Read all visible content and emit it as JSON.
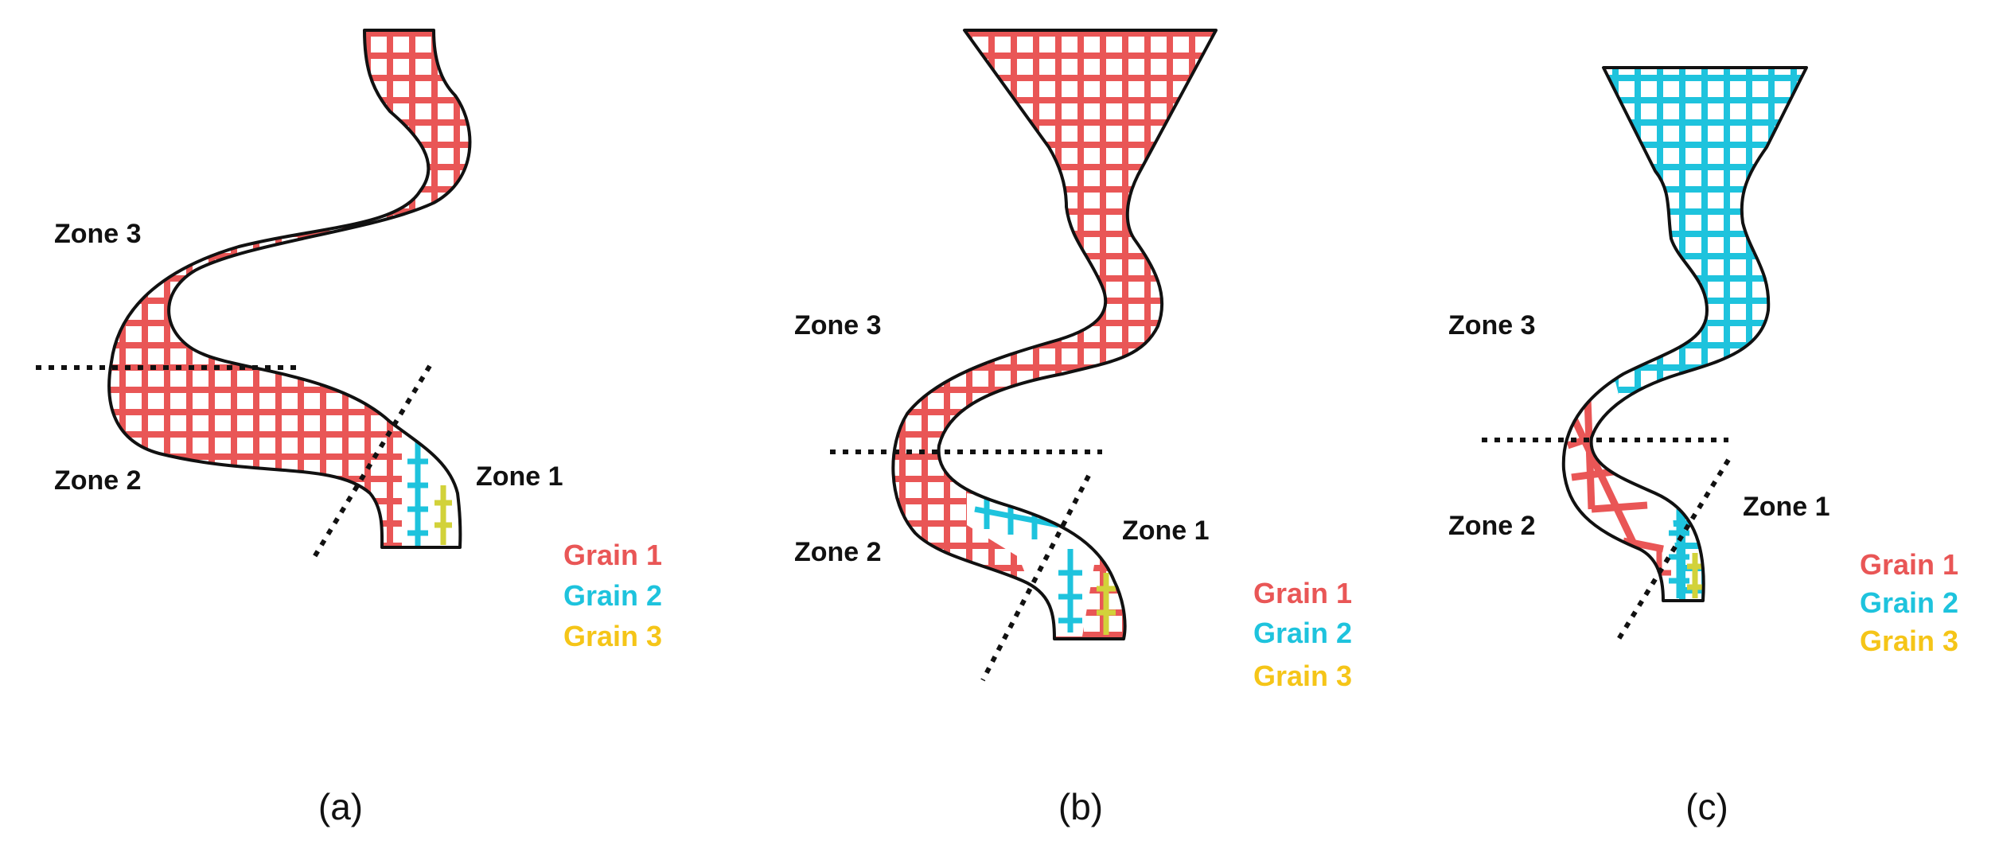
{
  "colors": {
    "grain1": "#E95656",
    "grain2": "#1EC3DD",
    "grain3": "#D2D23A",
    "outline": "#111111",
    "legend_grain3_text": "#F5C518"
  },
  "panels": [
    {
      "caption": "(a)",
      "zone_labels": {
        "zone1": "Zone 1",
        "zone2": "Zone 2",
        "zone3": "Zone 3"
      },
      "legend": [
        {
          "label": "Grain 1",
          "color": "#E95656"
        },
        {
          "label": "Grain 2",
          "color": "#1EC3DD"
        },
        {
          "label": "Grain 3",
          "color": "#F5C518"
        }
      ]
    },
    {
      "caption": "(b)",
      "zone_labels": {
        "zone1": "Zone 1",
        "zone2": "Zone 2",
        "zone3": "Zone 3"
      },
      "legend": [
        {
          "label": "Grain 1",
          "color": "#E95656"
        },
        {
          "label": "Grain 2",
          "color": "#1EC3DD"
        },
        {
          "label": "Grain 3",
          "color": "#F5C518"
        }
      ]
    },
    {
      "caption": "(c)",
      "zone_labels": {
        "zone1": "Zone 1",
        "zone2": "Zone 2",
        "zone3": "Zone 3"
      },
      "legend": [
        {
          "label": "Grain 1",
          "color": "#E95656"
        },
        {
          "label": "Grain 2",
          "color": "#1EC3DD"
        },
        {
          "label": "Grain 3",
          "color": "#F5C518"
        }
      ]
    }
  ]
}
